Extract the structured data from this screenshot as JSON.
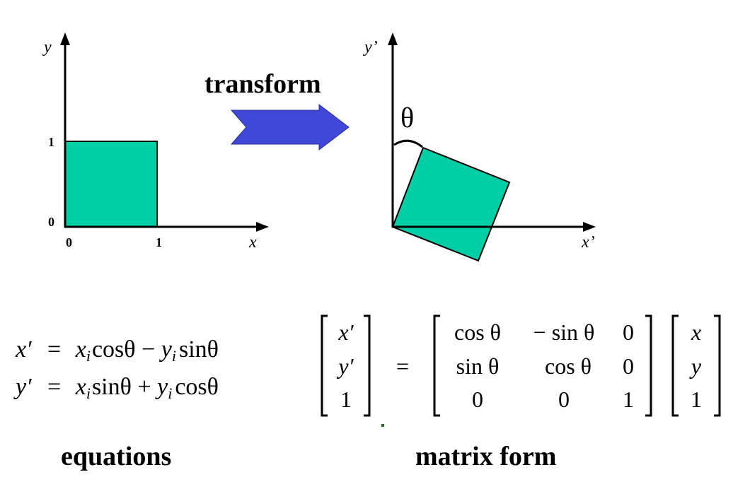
{
  "left_plot": {
    "y_axis_label": "y",
    "x_axis_label": "x",
    "y_ticks": [
      "1",
      "0"
    ],
    "x_ticks": [
      "0",
      "1"
    ]
  },
  "arrow": {
    "label": "transform"
  },
  "right_plot": {
    "y_axis_label": "y’",
    "x_axis_label": "x’",
    "angle_label": "θ"
  },
  "equations": {
    "line1": {
      "lhs": "x′",
      "eq": "=",
      "xi": "x",
      "sub": "i",
      "cos": "cos",
      "theta": "θ",
      "minus": "−",
      "yi": "y",
      "sin": "sin"
    },
    "line2": {
      "lhs": "y′",
      "eq": "=",
      "plus": "+"
    },
    "caption": "equations"
  },
  "matrix": {
    "vec_left": [
      "x′",
      "y′",
      "1"
    ],
    "eq": "=",
    "rows": [
      [
        "cos θ",
        "− sin θ",
        "0"
      ],
      [
        "sin θ",
        "cos θ",
        "0"
      ],
      [
        "0",
        "0",
        "1"
      ]
    ],
    "vec_right": [
      "x",
      "y",
      "1"
    ],
    "caption": "matrix form"
  },
  "colors": {
    "square_fill": "#00CFA6",
    "arrow_fill": "#4148D8",
    "ink": "#000000"
  }
}
